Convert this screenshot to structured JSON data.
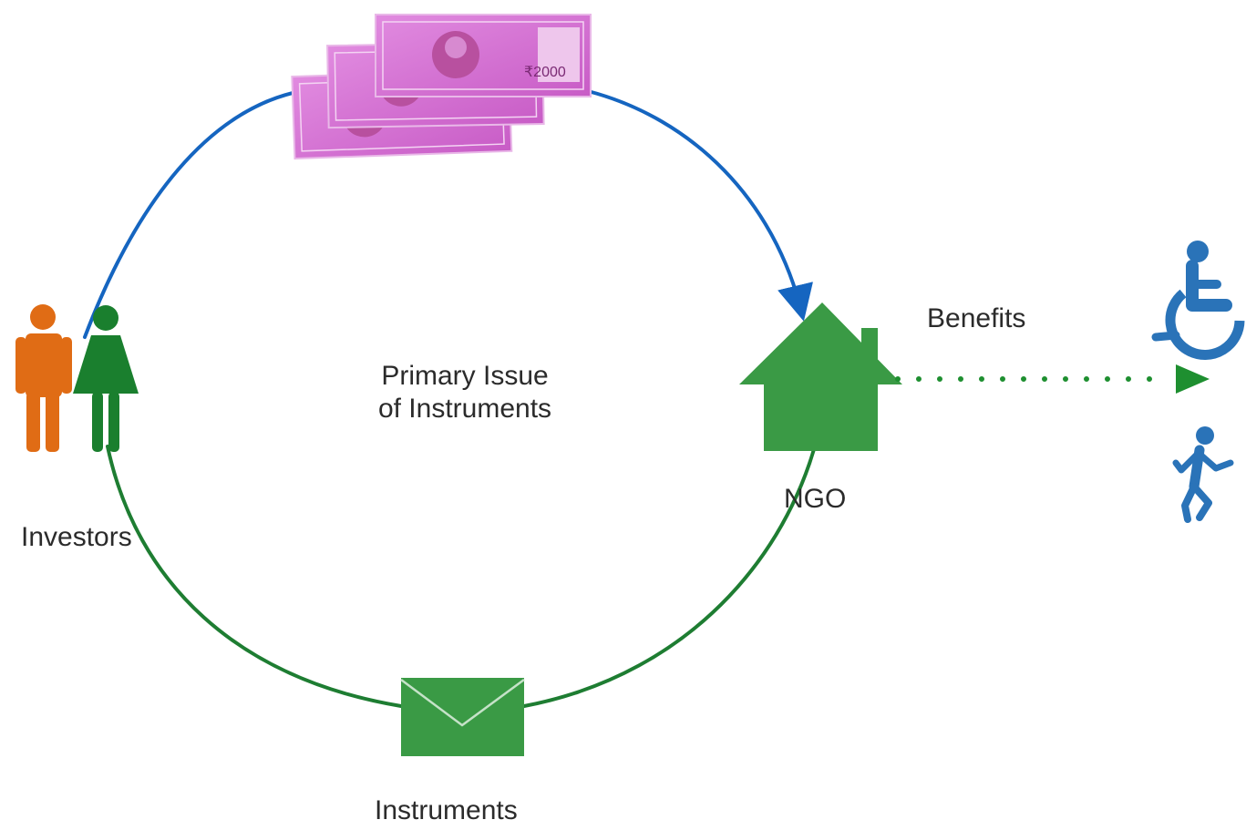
{
  "center_label": {
    "line1": "Primary Issue",
    "line2": "of Instruments"
  },
  "nodes": {
    "investors": "Investors",
    "ngo": "NGO",
    "instruments": "Instruments"
  },
  "edges": {
    "benefits": "Benefits"
  },
  "icons": {
    "investors": [
      "man-icon",
      "woman-icon"
    ],
    "money": "banknotes-icon",
    "ngo": "house-icon",
    "instruments": "envelope-icon",
    "beneficiaries": [
      "wheelchair-icon",
      "running-person-icon"
    ]
  },
  "colors": {
    "money_flow": "#1565c0",
    "instrument_flow": "#1e7d32",
    "benefits_flow": "#1e8f30",
    "man": "#e06c15",
    "woman": "#1a7f2e",
    "house": "#3a9a45",
    "envelope": "#3a9a45",
    "banknote": "#d86fd6",
    "beneficiary": "#2a73b8"
  }
}
